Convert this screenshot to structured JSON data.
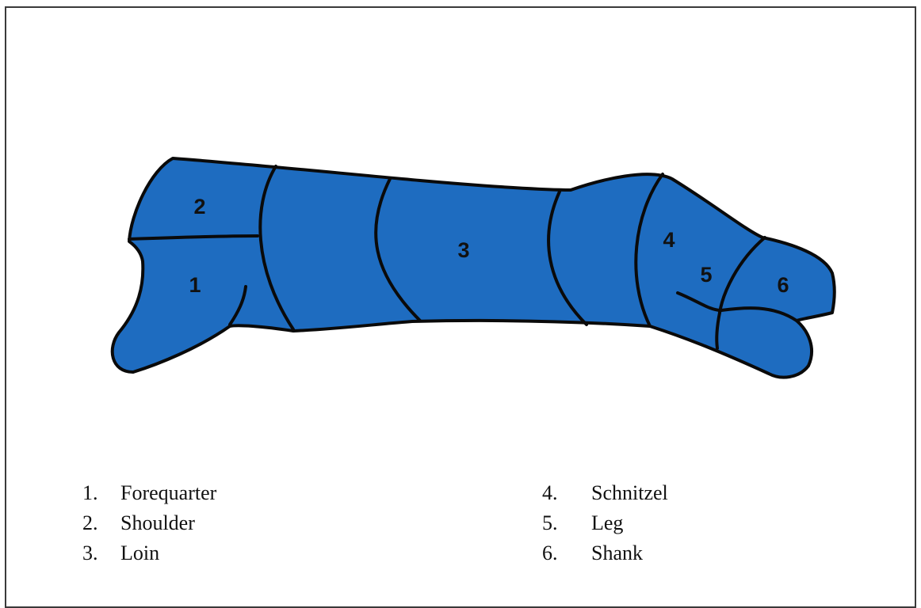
{
  "diagram": {
    "fill_color": "#1e6cc0",
    "outline_color": "#0a0a0a",
    "region_labels": [
      "2",
      "1",
      "3",
      "4",
      "5",
      "6"
    ]
  },
  "legend": {
    "left": [
      {
        "number": "1.",
        "name": "Forequarter"
      },
      {
        "number": "2.",
        "name": "Shoulder"
      },
      {
        "number": "3.",
        "name": "Loin"
      }
    ],
    "right": [
      {
        "number": "4.",
        "name": "Schnitzel"
      },
      {
        "number": "5.",
        "name": "Leg"
      },
      {
        "number": "6.",
        "name": "Shank"
      }
    ]
  }
}
